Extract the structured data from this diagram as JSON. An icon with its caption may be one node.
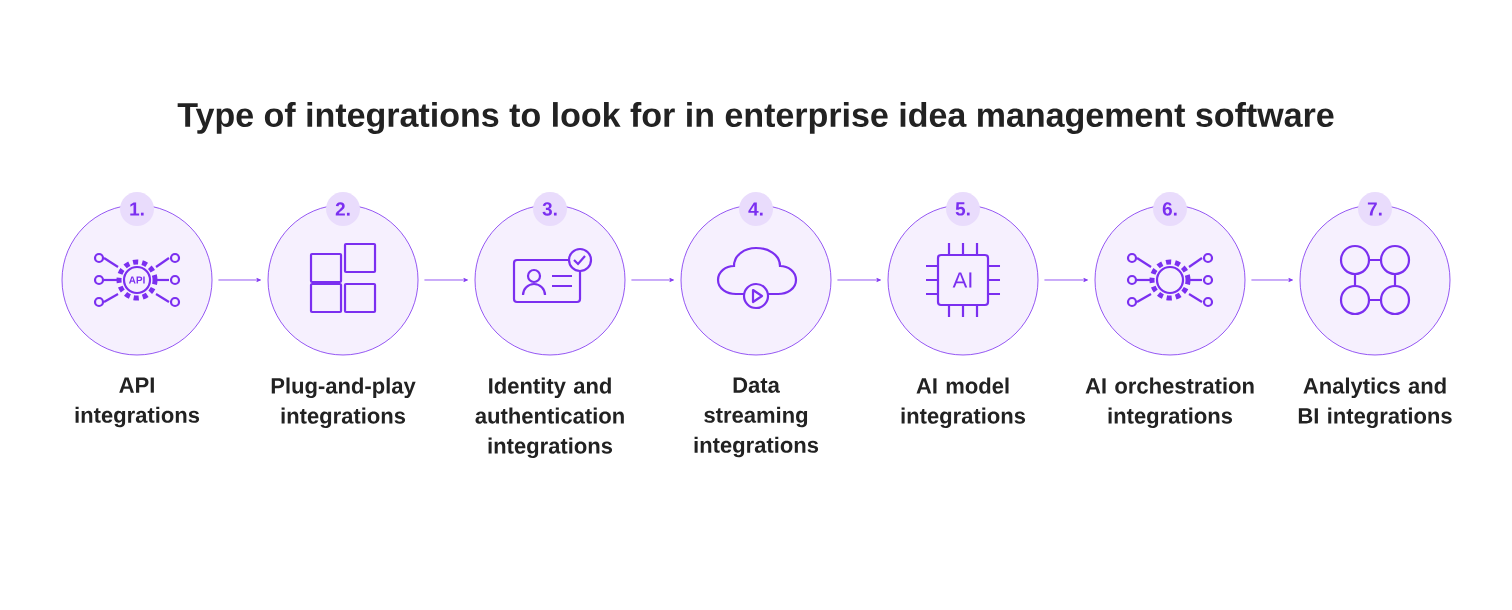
{
  "diagram": {
    "title": "Type of integrations to look for in enterprise idea management software",
    "nodes": [
      {
        "text": [
          "1.",
          "API integrations"
        ]
      },
      {
        "text": [
          "2.",
          "Plug-and-play integrations"
        ]
      },
      {
        "text": [
          "3.",
          "Identity and authentication integrations"
        ]
      },
      {
        "text": [
          "4.",
          "Data streaming integrations"
        ]
      },
      {
        "text": [
          "5.",
          "AI model integrations"
        ]
      },
      {
        "text": [
          "6.",
          "AI orchestration integrations"
        ]
      },
      {
        "text": [
          "7.",
          "Analytics and BI integrations"
        ]
      }
    ],
    "edges": [
      {
        "from": 0,
        "to": 1,
        "arrow": "to"
      },
      {
        "from": 1,
        "to": 2,
        "arrow": "to"
      },
      {
        "from": 2,
        "to": 3,
        "arrow": "to"
      },
      {
        "from": 3,
        "to": 4,
        "arrow": "to"
      },
      {
        "from": 4,
        "to": 5,
        "arrow": "to"
      },
      {
        "from": 5,
        "to": 6,
        "arrow": "to"
      }
    ],
    "labels": [
      "API",
      "AI"
    ]
  }
}
